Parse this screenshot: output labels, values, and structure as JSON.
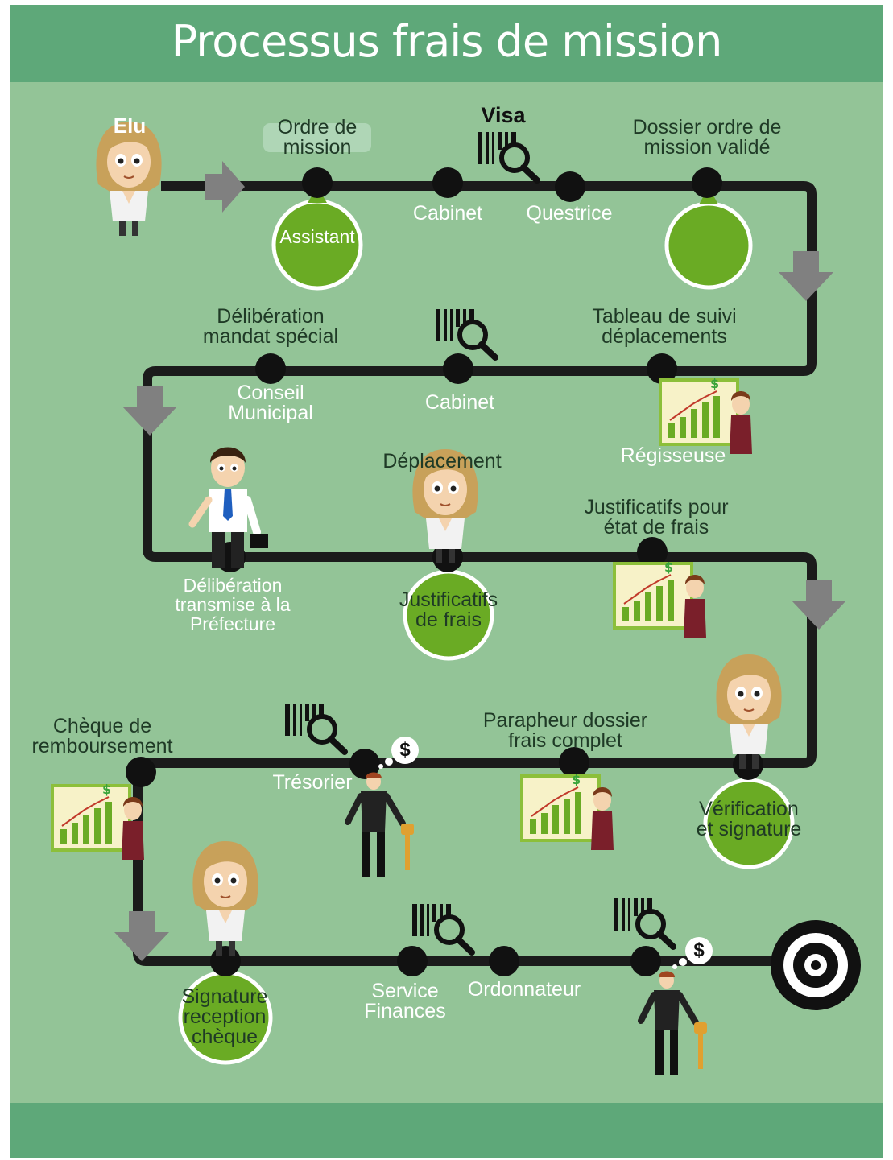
{
  "title": "Processus frais de mission",
  "colors": {
    "background": "#93c497",
    "header": "#5ea879",
    "path": "#1b1b1b",
    "circle_green": "#6aab24",
    "arrow": "#808080"
  },
  "labels": {
    "elu": "Elu",
    "ordre_mission": "Ordre de\nmission",
    "visa": "Visa",
    "dossier_valide": "Dossier ordre de\nmission validé",
    "assistant": "Assistant",
    "cabinet_1": "Cabinet",
    "questrice": "Questrice",
    "deliberation_mandat": "Délibération\nmandat spécial",
    "tableau_suivi": "Tableau de suivi\ndéplacements",
    "conseil_municipal": "Conseil\nMunicipal",
    "cabinet_2": "Cabinet",
    "regisseuse": "Régisseuse",
    "deplacement": "Déplacement",
    "justificatifs_etat": "Justificatifs pour\nétat de frais",
    "deliberation_prefecture": "Délibération\ntransmise à la\nPréfecture",
    "justificatifs_frais": "Justificatifs\nde frais",
    "cheque_remboursement": "Chèque de\nremboursement",
    "parapheur": "Parapheur dossier\nfrais complet",
    "tresorier": "Trésorier",
    "verification": "Vérification\net signature",
    "signature_cheque": "Signature\nreception\nchèque",
    "service_finances": "Service\nFinances",
    "ordonnateur": "Ordonnateur",
    "dollar_1": "$",
    "dollar_2": "$"
  },
  "icons": [
    "woman-character-icon",
    "man-character-icon",
    "businessman-key-icon",
    "barcode-magnifier-icon",
    "chart-board-icon",
    "target-icon",
    "flow-arrow-icon"
  ]
}
